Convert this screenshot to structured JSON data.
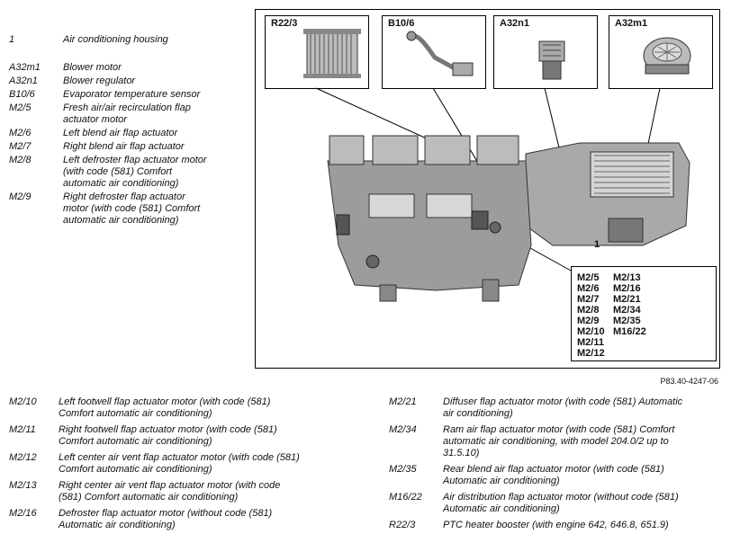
{
  "legend_top": [
    {
      "code": "1",
      "desc": [
        "Air conditioning housing"
      ]
    },
    {
      "code": "A32m1",
      "desc": [
        "Blower motor"
      ]
    },
    {
      "code": "A32n1",
      "desc": [
        "Blower regulator"
      ]
    },
    {
      "code": "B10/6",
      "desc": [
        "Evaporator temperature sensor"
      ]
    },
    {
      "code": "M2/5",
      "desc": [
        "Fresh air/air recirculation flap",
        "actuator motor"
      ]
    },
    {
      "code": "M2/6",
      "desc": [
        "Left blend air flap actuator"
      ]
    },
    {
      "code": "M2/7",
      "desc": [
        "Right blend air flap actuator"
      ]
    },
    {
      "code": "M2/8",
      "desc": [
        "Left defroster flap actuator motor",
        "(with code (581) Comfort",
        "automatic air conditioning)"
      ]
    },
    {
      "code": "M2/9",
      "desc": [
        "Right defroster flap actuator",
        "motor (with code (581) Comfort",
        "automatic air conditioning)"
      ]
    }
  ],
  "legend_bottom_left": [
    {
      "code": "M2/10",
      "desc": [
        "Left footwell flap actuator motor (with code (581)",
        "Comfort automatic air conditioning)"
      ]
    },
    {
      "code": "M2/11",
      "desc": [
        "Right footwell flap actuator motor (with code (581)",
        "Comfort automatic air conditioning)"
      ]
    },
    {
      "code": "M2/12",
      "desc": [
        "Left center air vent flap actuator motor (with code (581)",
        "Comfort automatic air conditioning)"
      ]
    },
    {
      "code": "M2/13",
      "desc": [
        "Right center air vent flap actuator motor (with code",
        "(581) Comfort automatic air conditioning)"
      ]
    },
    {
      "code": "M2/16",
      "desc": [
        "Defroster flap actuator motor (without code (581)",
        "Automatic air conditioning)"
      ]
    }
  ],
  "legend_bottom_right": [
    {
      "code": "M2/21",
      "desc": [
        "Diffuser flap actuator motor (with code (581) Automatic",
        "air conditioning)"
      ]
    },
    {
      "code": "M2/34",
      "desc": [
        "Ram air flap actuator motor (with code (581) Comfort",
        "automatic air conditioning, with model 204.0/2 up to",
        "31.5.10)"
      ]
    },
    {
      "code": "M2/35",
      "desc": [
        "Rear blend air flap actuator motor (with code (581)",
        "Automatic air conditioning)"
      ]
    },
    {
      "code": "M16/22",
      "desc": [
        "Air distribution flap actuator motor (without code (581)",
        "Automatic air conditioning)"
      ]
    },
    {
      "code": "R22/3",
      "desc": [
        "PTC heater booster (with engine 642, 646.8, 651.9)"
      ]
    }
  ],
  "insets": [
    "R22/3",
    "B10/6",
    "A32n1",
    "A32m1"
  ],
  "code_box": {
    "col1": [
      "M2/5",
      "M2/6",
      "M2/7",
      "M2/8",
      "M2/9",
      "M2/10",
      "M2/11",
      "M2/12"
    ],
    "col2": [
      "M2/13",
      "M2/16",
      "M2/21",
      "M2/34",
      "M2/35",
      "M16/22"
    ]
  },
  "callout_1": "1",
  "figure_id": "P83.40-4247-06"
}
